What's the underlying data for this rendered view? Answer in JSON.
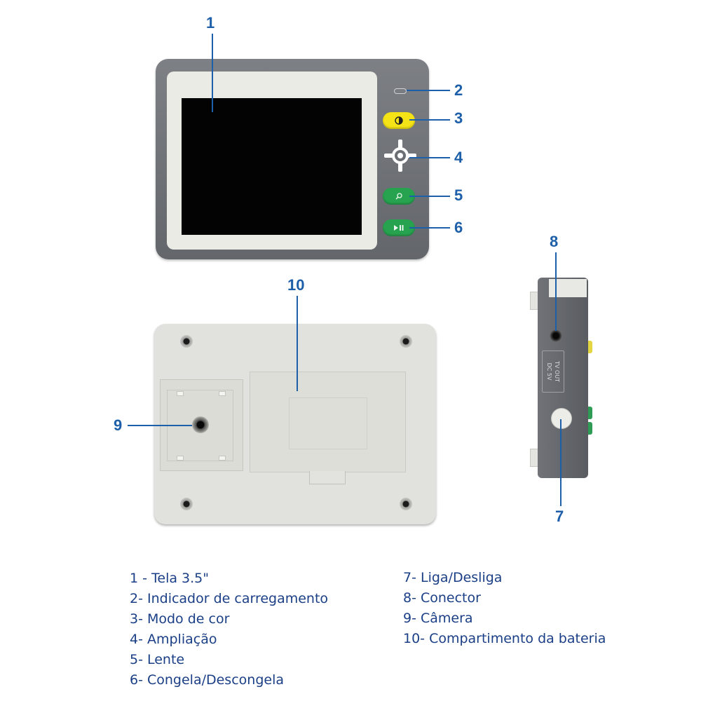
{
  "callouts": [
    "1",
    "2",
    "3",
    "4",
    "5",
    "6",
    "7",
    "8",
    "9",
    "10"
  ],
  "side_label": [
    "TV OUT",
    "DC 5V"
  ],
  "legend": [
    "1 - Tela 3.5\"",
    "2- Indicador de carregamento",
    "3- Modo de cor",
    "4- Ampliação",
    "5- Lente",
    "6- Congela/Descongela",
    "7- Liga/Desliga",
    "8- Conector",
    "9- Câmera",
    "10- Compartimento da bateria"
  ],
  "colors": {
    "callout": "#1d5fa8",
    "legend_text": "#1b3f86",
    "device_gray": "#6b6e73",
    "device_light": "#e1e1dd",
    "button_yellow": "#f4e316",
    "button_green": "#27a24e",
    "screen": "#030303"
  },
  "icons": {
    "color_mode": "contrast-icon",
    "magnify": "magnifier-icon",
    "freeze": "play-pause-icon",
    "navigation": "dpad-icon"
  }
}
